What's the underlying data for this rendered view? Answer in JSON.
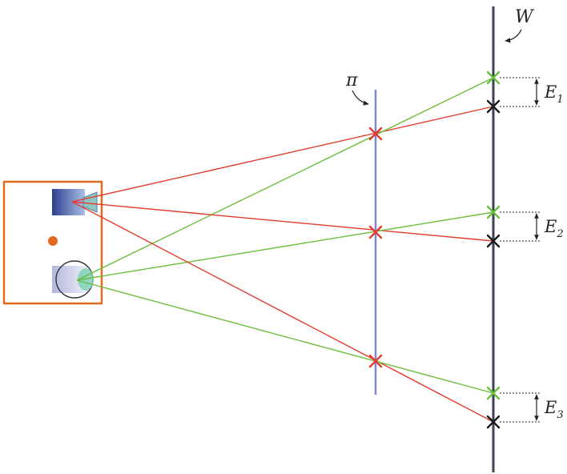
{
  "labels": {
    "wall_symbol": "W",
    "plane_symbol": "π",
    "errors": [
      {
        "letter": "E",
        "sub": "1"
      },
      {
        "letter": "E",
        "sub": "2"
      },
      {
        "letter": "E",
        "sub": "3"
      }
    ]
  },
  "colors": {
    "device_frame": "#e06a1f",
    "device_dot": "#e06a1f",
    "projector_dark": "#2d3f8f",
    "projector_light": "#a9c0e6",
    "projector_lens": "#8fc6c2",
    "camera_body": "#b3b6dd",
    "camera_lens": "#7fd0b4",
    "projection_plane": "#7d86d6",
    "wall": "#3d4150",
    "ray_projector": "#e23b2e",
    "ray_camera": "#6cbf3f",
    "marker_plane": "#e23b2e",
    "marker_wall_camera": "#6cbf3f",
    "marker_wall_projector": "#1a1a1a",
    "annotation": "#222222"
  }
}
